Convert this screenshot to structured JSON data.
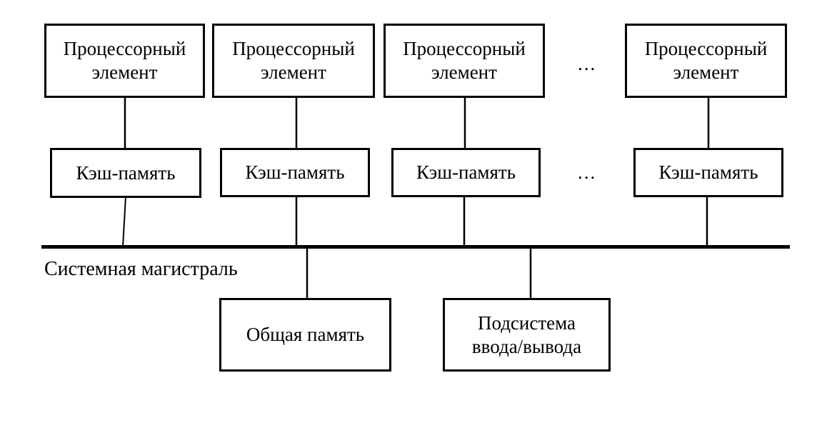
{
  "diagram": {
    "colors": {
      "line": "#000000",
      "text": "#000000",
      "background": "#ffffff"
    },
    "processor_row": {
      "items": [
        {
          "label": "Процессорный элемент"
        },
        {
          "label": "Процессорный элемент"
        },
        {
          "label": "Процессорный элемент"
        },
        {
          "label": "Процессорный элемент"
        }
      ],
      "ellipsis": "..."
    },
    "cache_row": {
      "items": [
        {
          "label": "Кэш-память"
        },
        {
          "label": "Кэш-память"
        },
        {
          "label": "Кэш-память"
        },
        {
          "label": "Кэш-память"
        }
      ],
      "ellipsis": "..."
    },
    "bus": {
      "label": "Системная магистраль"
    },
    "bottom_row": {
      "shared_memory": {
        "label": "Общая память"
      },
      "io_subsystem": {
        "label": "Подсистема ввода/вывода"
      }
    }
  }
}
